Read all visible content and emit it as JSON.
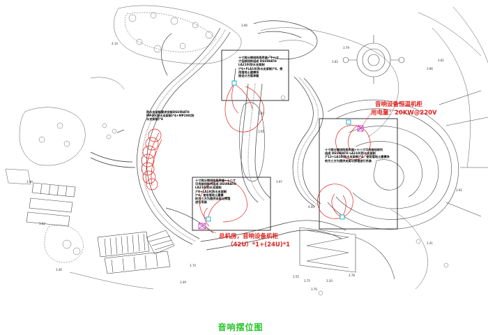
{
  "title": "音响摆位图",
  "notes": {
    "top": "十寸两分频线阵扬声器+十八寸\n寸低频线阵组成 DSUIRATH\nLA210(防水支架制\n)*6+FLA18(防水支架制)*4，使\n用落地土建模块\n按设计方案承载",
    "left": "防水支架制要求安装DSUIRATH\nMP40(防水支架制)*4+MP100(防\n水支架制)*4",
    "right": "十寸两分频线阵扬声器+十八寸可吊装线阵列\n组成 DSUIRATH LA210(防水支架制\n)*12+LA18(防水支架制)*4，使用落地土建模块\n的为三方为提供支架与预埋进行吊装",
    "middle": "十寸两分频线阵扬声器+十八寸\n可吊装线阵列组成 DSUIRATH\nLA210(防水支架制\n)*8+LA18(防水支架制\n)*4，使用落地土建模\n的为三方为提供支架与预埋\n进行吊装"
  },
  "labels": {
    "cabinet_line1": "音响设备恒温机柜",
    "cabinet_line2": "用电量：20KW@220V",
    "room_line1": "总机房，音响设备机柜",
    "room_line2": "（42U）*1+(24U)*1"
  },
  "elevations": [
    "4.14",
    "3.90",
    "3.95",
    "3.82",
    "3.79",
    "3.80",
    "3.97",
    "3.86",
    "3.94",
    "3.92",
    "3.46",
    "3.62",
    "3.55",
    "4.00",
    "3.75",
    "3.76",
    "3.50",
    "3.74",
    "3.41",
    "3.49",
    "3.78",
    "3.81"
  ],
  "colors": {
    "map_lines": "#3a3a3a",
    "speaker_arcs": "#e0201c",
    "speaker_marker": "#00b0c8",
    "equipment_marker": "#d040d0",
    "frames": "#000000",
    "title": "#27c427"
  }
}
